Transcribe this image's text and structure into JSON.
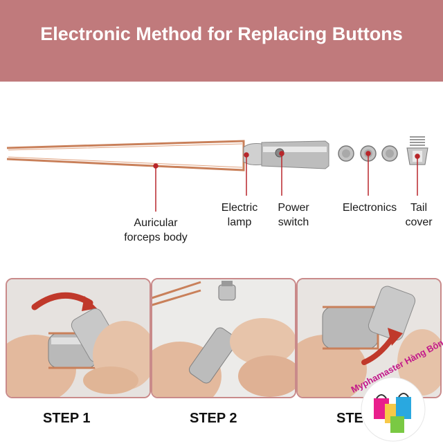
{
  "header": {
    "title": "Electronic Method for Replacing Buttons"
  },
  "parts": {
    "forceps_body": "Auricular\nforceps body",
    "electric_lamp": "Electric\nlamp",
    "power_switch": "Power\nswitch",
    "electronics": "Electronics",
    "tail_cover": "Tail\ncover"
  },
  "steps": [
    {
      "label": "STEP 1"
    },
    {
      "label": "STEP 2"
    },
    {
      "label": "STE"
    }
  ],
  "watermark": {
    "text": "Myphamaster Hàng Bông"
  },
  "colors": {
    "banner": "#c07a7c",
    "accent_line": "#b8262a",
    "forceps": "#c9805a",
    "panel_border": "#c98a8a"
  }
}
